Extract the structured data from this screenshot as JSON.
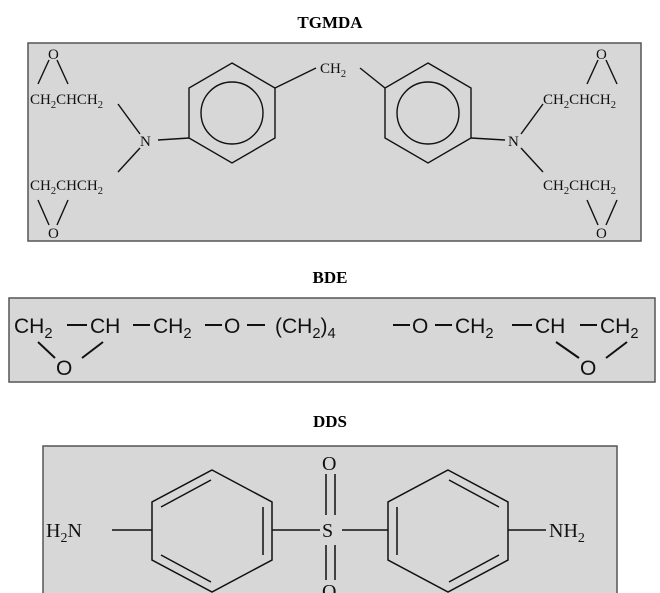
{
  "titles": {
    "tgmda": "TGMDA",
    "bde": "BDE",
    "dds": "DDS"
  },
  "tgmda": {
    "epoxide_o": "O",
    "ch2chch2_main": "CH",
    "ch2_group": "CH",
    "n_atom": "N",
    "sub2": "2",
    "ch2chch2_mid": "CHCH"
  },
  "bde": {
    "ch2": "CH",
    "ch": "CH",
    "o": "O",
    "ch2_paren": "(CH",
    "paren_close": ")",
    "sub2": "2",
    "sub4": "4",
    "dash": "–"
  },
  "dds": {
    "h2n_h": "H",
    "h2n_n": "N",
    "nh2": "NH",
    "s": "S",
    "o": "O",
    "sub2": "2"
  },
  "colors": {
    "panel_fill": "#d7d7d7",
    "panel_border": "#555555",
    "line": "#111111"
  }
}
